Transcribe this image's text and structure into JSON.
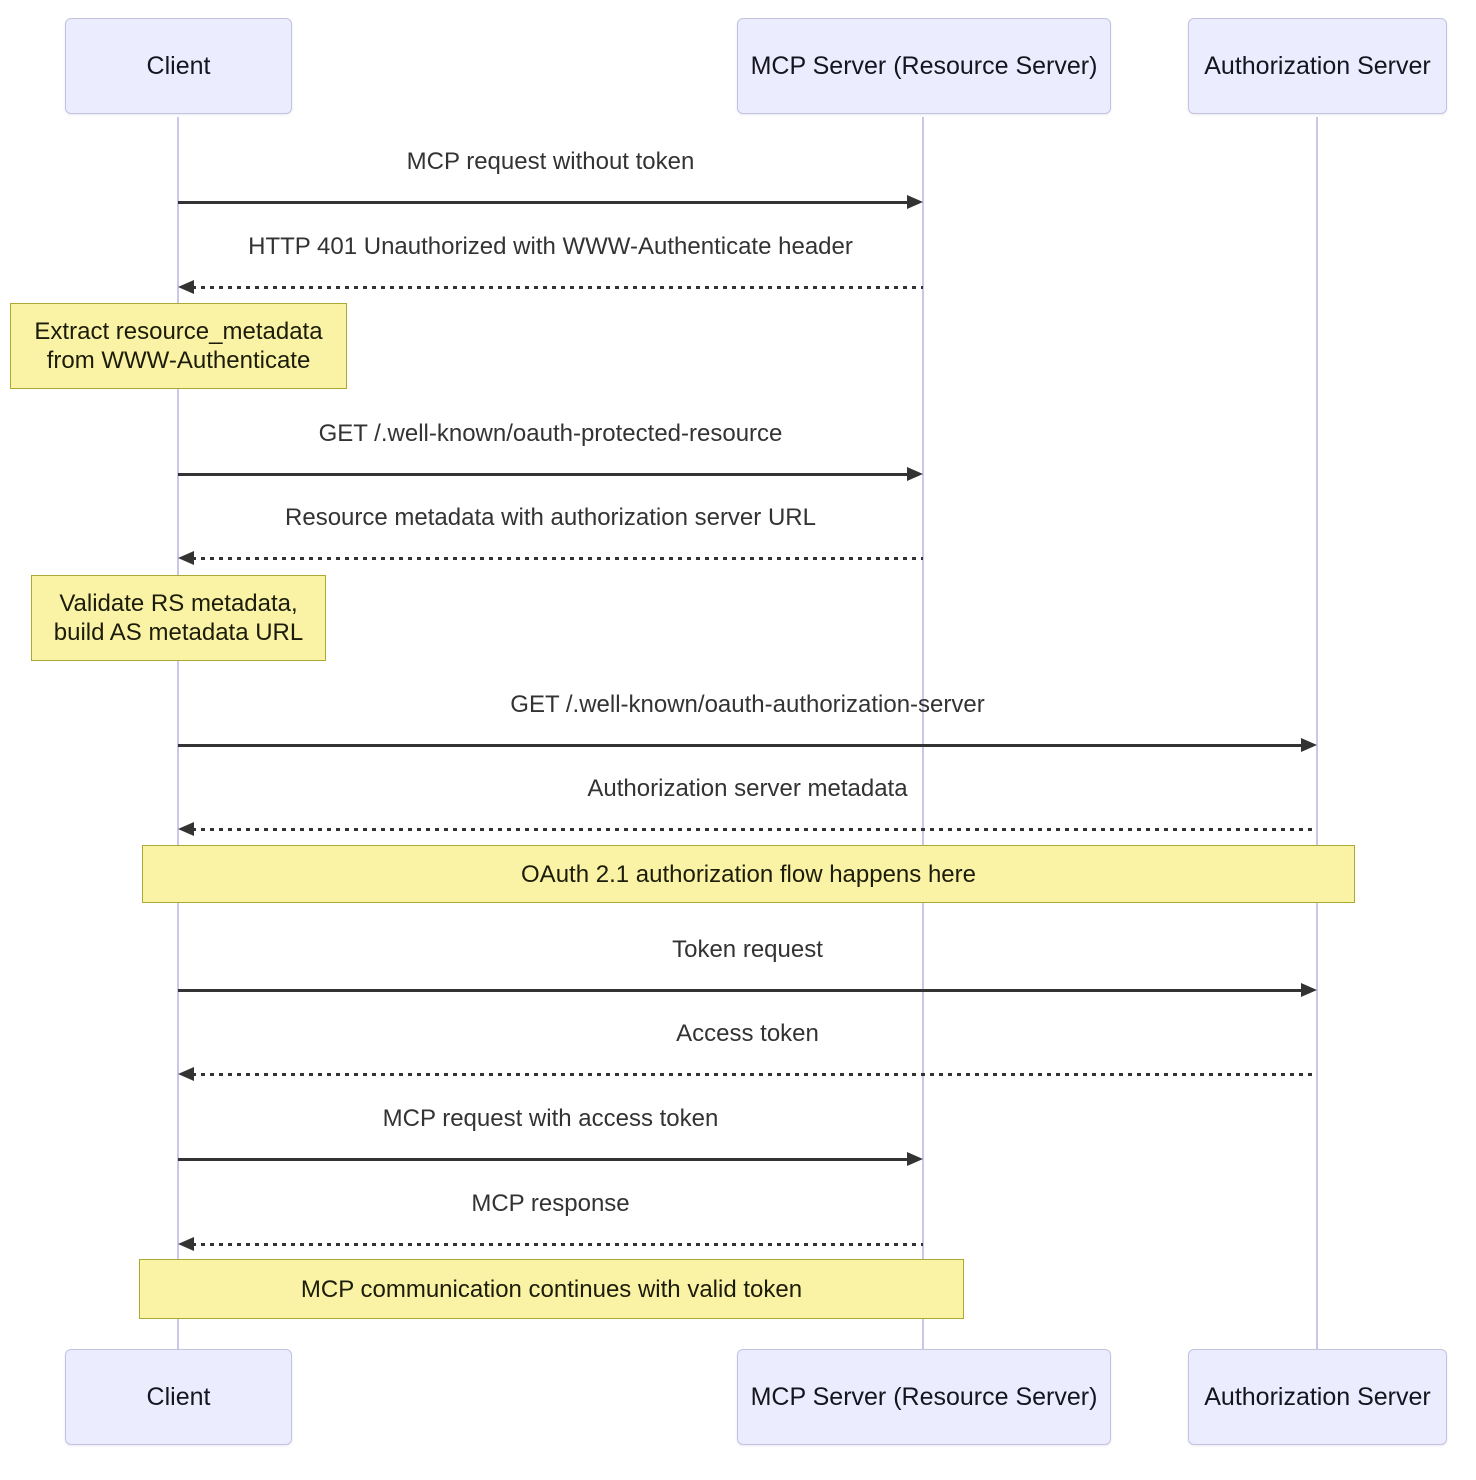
{
  "actors": {
    "client": "Client",
    "mcp": "MCP Server (Resource Server)",
    "auth": "Authorization Server"
  },
  "messages": [
    {
      "label": "MCP request without token",
      "from": "client",
      "to": "mcp",
      "style": "solid"
    },
    {
      "label": "HTTP 401 Unauthorized with WWW-Authenticate header",
      "from": "mcp",
      "to": "client",
      "style": "dotted"
    },
    {
      "label": "GET /.well-known/oauth-protected-resource",
      "from": "client",
      "to": "mcp",
      "style": "solid"
    },
    {
      "label": "Resource metadata with authorization server URL",
      "from": "mcp",
      "to": "client",
      "style": "dotted"
    },
    {
      "label": "GET /.well-known/oauth-authorization-server",
      "from": "client",
      "to": "auth",
      "style": "solid"
    },
    {
      "label": "Authorization server metadata",
      "from": "auth",
      "to": "client",
      "style": "dotted"
    },
    {
      "label": "Token request",
      "from": "client",
      "to": "auth",
      "style": "solid"
    },
    {
      "label": "Access token",
      "from": "auth",
      "to": "client",
      "style": "dotted"
    },
    {
      "label": "MCP request with access token",
      "from": "client",
      "to": "mcp",
      "style": "solid"
    },
    {
      "label": "MCP response",
      "from": "mcp",
      "to": "client",
      "style": "dotted"
    }
  ],
  "notes": {
    "extract": {
      "line1": "Extract resource_metadata",
      "line2": "from WWW-Authenticate"
    },
    "validate": {
      "line1": "Validate RS metadata,",
      "line2": "build AS metadata URL"
    },
    "oauth_band": "OAuth 2.1 authorization flow happens here",
    "continues": "MCP communication continues with valid token"
  },
  "colors": {
    "actor_fill": "#ECECFF",
    "actor_border": "#C3C3E0",
    "lifeline": "#CBC7E8",
    "note_fill": "#FAF3A5",
    "note_border": "#AAAA33",
    "arrow": "#333333",
    "text": "#333333"
  }
}
